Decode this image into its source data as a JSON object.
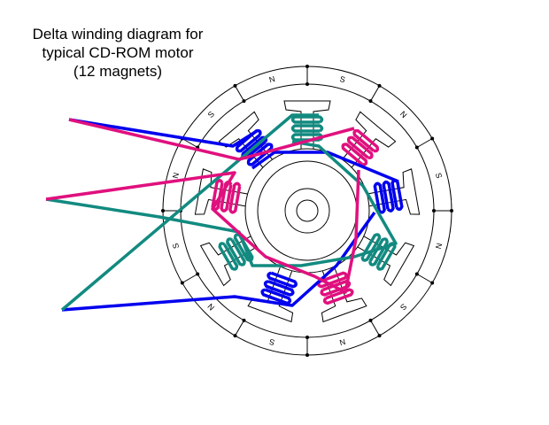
{
  "title": {
    "lines": [
      "Delta winding diagram for",
      "typical CD-ROM motor",
      "(12 magnets)"
    ]
  },
  "magnets": [
    "S",
    "N",
    "S",
    "N",
    "S",
    "N",
    "S",
    "N",
    "S",
    "N",
    "S",
    "N"
  ],
  "colors": {
    "phase_a": "#0000ee",
    "phase_b": "#e0107e",
    "phase_c": "#128a80",
    "outline": "#000000"
  },
  "coil_phases": [
    "phase_c",
    "phase_b",
    "phase_a",
    "phase_c",
    "phase_b",
    "phase_a",
    "phase_c",
    "phase_b",
    "phase_a"
  ]
}
